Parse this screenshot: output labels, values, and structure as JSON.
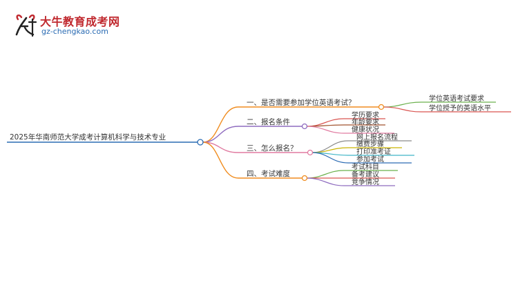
{
  "logo": {
    "title": "大牛教育成考网",
    "url": "gz-chengkao.com",
    "mark_text": "大牛"
  },
  "mindmap": {
    "root": "2025年华南师范大学成考计算机科学与技术专业",
    "branches": [
      {
        "label": "一、是否需要参加学位英语考试？",
        "color": "#f08c1e",
        "children": [
          {
            "label": "学位英语考试要求",
            "color": "#6ab04c"
          },
          {
            "label": "学位授予的英语水平",
            "color": "#d9534f"
          }
        ]
      },
      {
        "label": "二、报名条件",
        "color": "#8e6bbf",
        "children": [
          {
            "label": "学历要求",
            "color": "#d9534f"
          },
          {
            "label": "年龄要求",
            "color": "#a0522d"
          },
          {
            "label": "健康状况",
            "color": "#e07aa0"
          }
        ]
      },
      {
        "label": "三、怎么报名？",
        "color": "#e07aa0",
        "children": [
          {
            "label": "网上报名流程",
            "color": "#8a8a8a"
          },
          {
            "label": "缴费步骤",
            "color": "#c9b300"
          },
          {
            "label": "打印准考证",
            "color": "#3fb5c6"
          },
          {
            "label": "参加考试",
            "color": "#2a6bb3"
          }
        ]
      },
      {
        "label": "四、考试难度",
        "color": "#f08c1e",
        "children": [
          {
            "label": "考试科目",
            "color": "#6ab04c"
          },
          {
            "label": "备考建议",
            "color": "#d9534f"
          },
          {
            "label": "竞争情况",
            "color": "#8e6bbf"
          }
        ]
      }
    ],
    "root_color": "#2a6bb3"
  }
}
